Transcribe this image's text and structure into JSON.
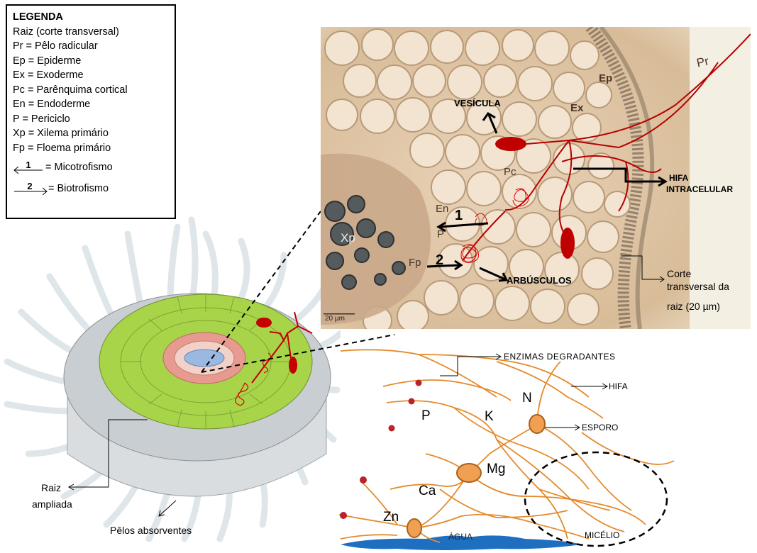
{
  "legend": {
    "title": "LEGENDA",
    "lines": [
      "Raiz (corte transversal)",
      "Pr = Pêlo radicular",
      "Ep = Epiderme",
      "Ex =  Exoderme",
      "Pc = Parênquima cortical",
      "En = Endoderme",
      "P = Periciclo",
      "Xp = Xilema primário",
      "Fp = Floema primário"
    ],
    "arrow1": {
      "num": "1",
      "text": "= Micotrofismo"
    },
    "arrow2": {
      "num": "2",
      "text": "= Biotrofismo"
    }
  },
  "micro_labels": {
    "pr": "Pr",
    "ep": "Ep",
    "ex": "Ex",
    "pc": "Pc",
    "en": "En",
    "p": "P",
    "xp": "Xp",
    "fp": "Fp",
    "scale": "20 µm"
  },
  "callouts": {
    "vesicula": "VESÍCULA",
    "hifa_intra_1": "HIFA",
    "hifa_intra_2": "INTRACELULAR",
    "arbusculos": "ARBÚSCULOS",
    "num1": "1",
    "num2": "2",
    "corte_1": "Corte",
    "corte_2": "transversal da",
    "corte_3": "raiz (20 µm)"
  },
  "fungus": {
    "enzimas": "ENZIMAS  DEGRADANTES",
    "hifa": "HIFA",
    "esporo": "ESPORO",
    "micelio": "MICÉLIO",
    "agua": "ÁGUA"
  },
  "elements": [
    "N",
    "K",
    "P",
    "Mg",
    "Ca",
    "Zn"
  ],
  "root_labels": {
    "raiz_1": "Raiz",
    "raiz_2": "ampliada",
    "pelos": "Pêlos absorventes"
  },
  "colors": {
    "hypha": "#e58a2c",
    "fungus_red": "#c40000",
    "cortex_green": "#a8d44a",
    "hair": "#e8eef2",
    "water": "#1f6fc0",
    "spore": "#f0a050"
  }
}
